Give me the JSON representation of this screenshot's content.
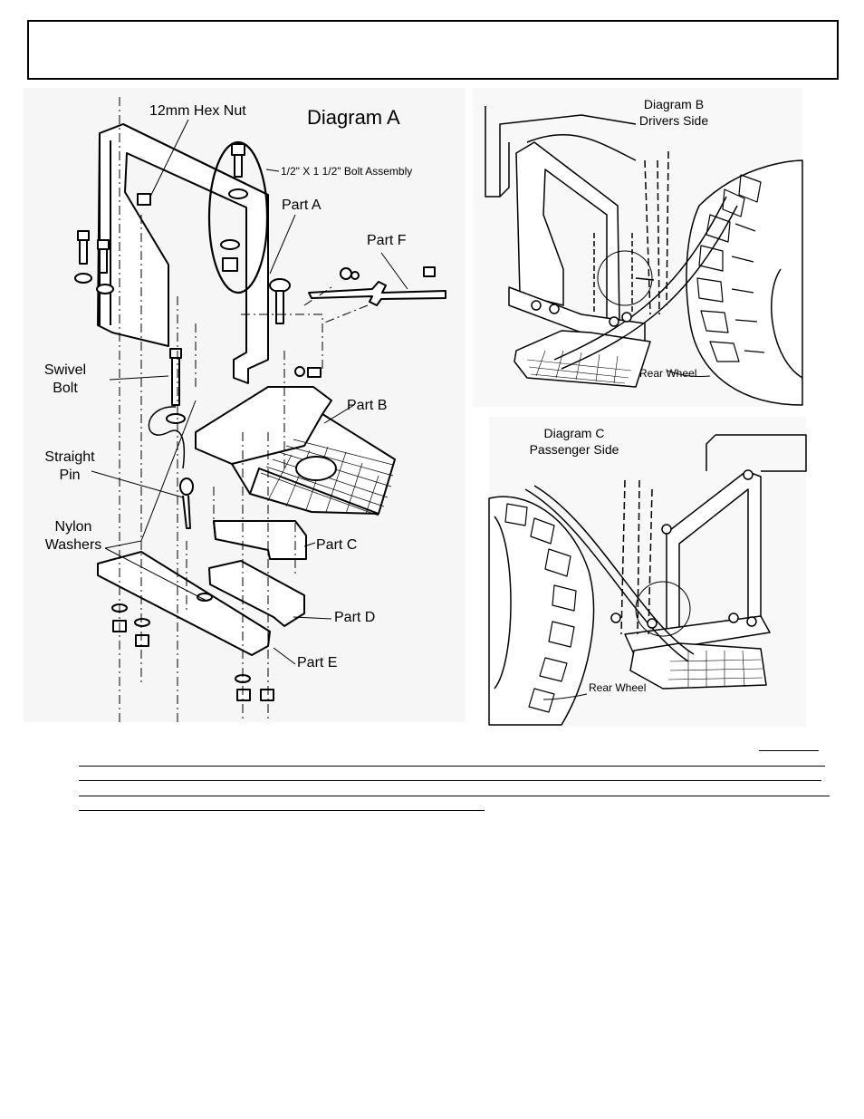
{
  "diagram_a": {
    "title": "Diagram A",
    "labels": {
      "hex_nut": "12mm Hex Nut",
      "bolt_assembly": "1/2\" X 1 1/2\" Bolt Assembly",
      "part_a": "Part A",
      "part_f": "Part F",
      "swivel_bolt_l1": "Swivel",
      "swivel_bolt_l2": "Bolt",
      "part_b": "Part B",
      "straight_pin_l1": "Straight",
      "straight_pin_l2": "Pin",
      "nylon_washers_l1": "Nylon",
      "nylon_washers_l2": "Washers",
      "part_c": "Part C",
      "part_d": "Part D",
      "part_e": "Part E"
    }
  },
  "diagram_b": {
    "title_l1": "Diagram B",
    "title_l2": "Drivers Side",
    "rear_wheel": "Rear Wheel"
  },
  "diagram_c": {
    "title_l1": "Diagram C",
    "title_l2": "Passenger Side",
    "rear_wheel": "Rear Wheel"
  }
}
